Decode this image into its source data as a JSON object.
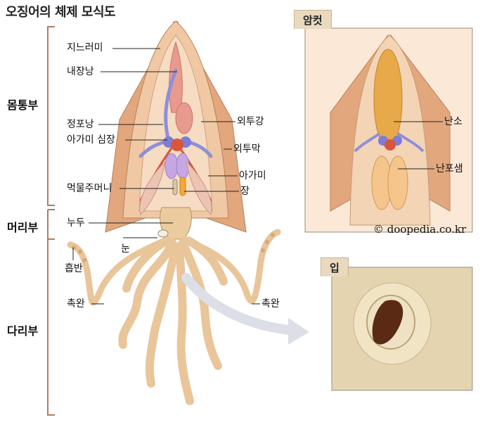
{
  "title": "오징어의 체제 모식도",
  "sections": {
    "body": "몸통부",
    "head": "머리부",
    "legs": "다리부"
  },
  "labels": {
    "gladius": "지느러미",
    "visceral_sac": "내장낭",
    "spermatophoric_sac": "정포낭",
    "branchial_heart": "아가미 심장",
    "ink_sac": "먹물주머니",
    "mantle_cavity": "외투강",
    "mantle": "외투막",
    "gill": "아가미",
    "intestine": "장",
    "head_capsule": "누두",
    "eye": "눈",
    "sucker": "흡반",
    "left_tentacle": "촉완",
    "right_tentacle": "촉완"
  },
  "female_panel": {
    "tab": "암컷",
    "ovary": "난소",
    "nidamental_gland": "난포샘",
    "credit": "© doopedia.co.kr"
  },
  "mouth_panel": {
    "tab": "입"
  },
  "colors": {
    "bracket": "#b07b64",
    "panel_border": "#9a8c7a",
    "tab_bg": "#e8d9bf",
    "mantle": "#e7b78f",
    "mantle_inner": "#f3d4b5",
    "organ_pink": "#e99a8e",
    "vessel_blue": "#8f8fd8",
    "heart_red": "#d9553c",
    "gill_purple": "#c7a7e3",
    "tentacle": "#e9c59a",
    "ovary": "#e8a94a",
    "mouth_dark": "#5a2a14"
  }
}
